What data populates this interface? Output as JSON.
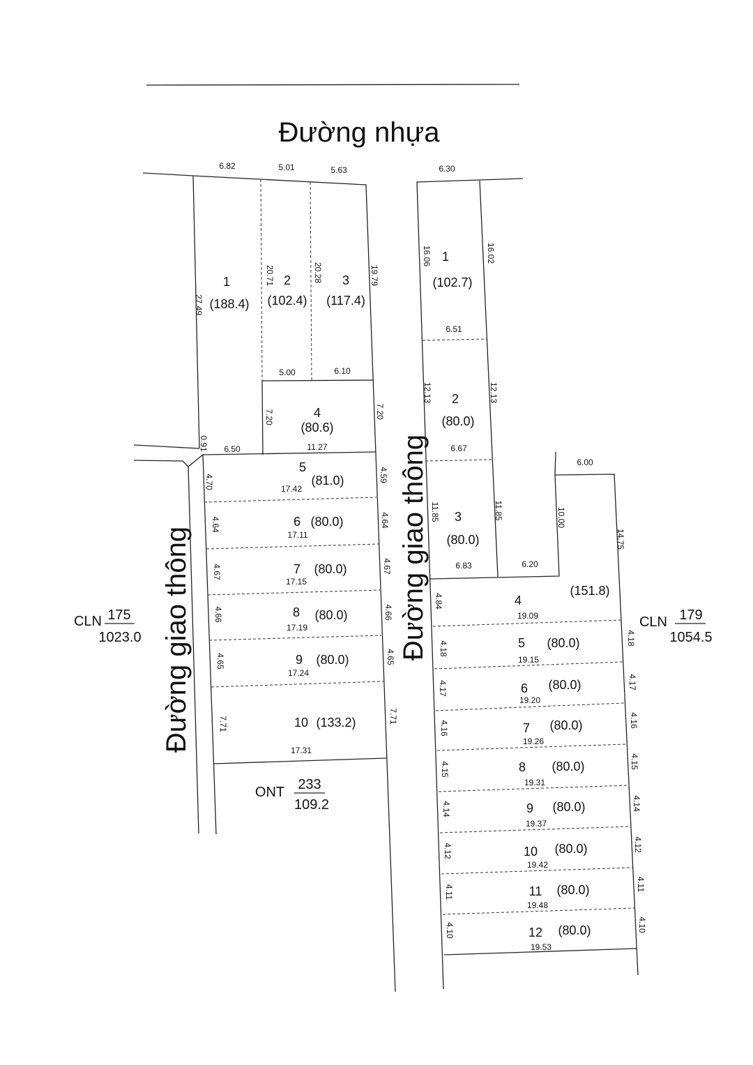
{
  "road_top": "Đường nhựa",
  "road_left": "Đường giao thông",
  "road_middle": "Đường giao thông",
  "cln_left": {
    "code": "CLN",
    "parcel": "175",
    "area": "1023.0"
  },
  "cln_right": {
    "code": "CLN",
    "parcel": "179",
    "area": "1054.5"
  },
  "ont": {
    "code": "ONT",
    "parcel": "233",
    "area": "109.2"
  },
  "block_a_top": [
    {
      "no": "1",
      "area": "(188.4)"
    },
    {
      "no": "2",
      "area": "(102.4)"
    },
    {
      "no": "3",
      "area": "(117.4)"
    },
    {
      "no": "4",
      "area": "(80.6)"
    }
  ],
  "block_a_rows": [
    {
      "no": "5",
      "area": "(81.0)",
      "len": "17.42",
      "left": "4.70",
      "right": "4.59"
    },
    {
      "no": "6",
      "area": "(80.0)",
      "len": "17.11",
      "left": "4.64",
      "right": "4.64"
    },
    {
      "no": "7",
      "area": "(80.0)",
      "len": "17.15",
      "left": "4.67",
      "right": "4.67"
    },
    {
      "no": "8",
      "area": "(80.0)",
      "len": "17.19",
      "left": "4.66",
      "right": "4.66"
    },
    {
      "no": "9",
      "area": "(80.0)",
      "len": "17.24",
      "left": "4.65",
      "right": "4.65"
    },
    {
      "no": "10",
      "area": "(133.2)",
      "len": "17.31",
      "left": "7.71",
      "right": "7.71"
    }
  ],
  "block_a_dims": {
    "top1": "6.82",
    "top2": "5.01",
    "top3": "5.63",
    "side1": "27.49",
    "side2": "20.71",
    "side3": "20.28",
    "side4": "19.79",
    "b2": "5.00",
    "b3": "6.10",
    "p4_left": "7.20",
    "p4_right": "7.20",
    "p4_bottom": "11.27",
    "p1_bottom": "6.50",
    "p1_step": "0.91"
  },
  "block_b_top": [
    {
      "no": "1",
      "area": "(102.7)"
    },
    {
      "no": "2",
      "area": "(80.0)"
    },
    {
      "no": "3",
      "area": "(80.0)"
    }
  ],
  "block_b_dims": {
    "top": "6.30",
    "p1_left": "16.06",
    "p1_right": "16.02",
    "p1_bottom": "6.51",
    "p2_left": "12.13",
    "p2_right": "12.13",
    "p2_bottom": "6.67",
    "p3_left": "11.85",
    "p3_right": "11.85",
    "p3_bottom": "6.83",
    "step": "6.20",
    "ext_top": "6.00",
    "ext_left": "10.00",
    "ext_right": "14.75"
  },
  "block_b_p4": {
    "no": "4",
    "area": "(151.8)",
    "len": "19.09",
    "left": "4.84"
  },
  "block_b_rows": [
    {
      "no": "5",
      "area": "(80.0)",
      "len": "19.15",
      "left": "4.18",
      "right": "4.18"
    },
    {
      "no": "6",
      "area": "(80.0)",
      "len": "19.20",
      "left": "4.17",
      "right": "4.17"
    },
    {
      "no": "7",
      "area": "(80.0)",
      "len": "19.26",
      "left": "4.16",
      "right": "4.16"
    },
    {
      "no": "8",
      "area": "(80.0)",
      "len": "19.31",
      "left": "4.15",
      "right": "4.15"
    },
    {
      "no": "9",
      "area": "(80.0)",
      "len": "19.37",
      "left": "4.14",
      "right": "4.14"
    },
    {
      "no": "10",
      "area": "(80.0)",
      "len": "19.42",
      "left": "4.12",
      "right": "4.12"
    },
    {
      "no": "11",
      "area": "(80.0)",
      "len": "19.48",
      "left": "4.11",
      "right": "4.11"
    },
    {
      "no": "12",
      "area": "(80.0)",
      "len": "19.53",
      "left": "4.10",
      "right": "4.10"
    }
  ]
}
